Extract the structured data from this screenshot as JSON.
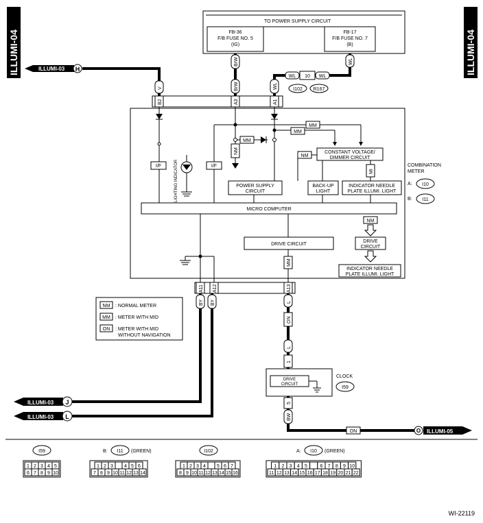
{
  "page_tabs": {
    "left": "ILLUMI-04",
    "right": "ILLUMI-04"
  },
  "power_supply": {
    "title": "TO POWER SUPPLY CIRCUIT",
    "fuse_left": [
      "FB-36",
      "F/B FUSE NO. 5",
      "(IG)"
    ],
    "fuse_right": [
      "FB-17",
      "F/B FUSE NO. 7",
      "(B)"
    ]
  },
  "wire_labels": {
    "v": "V",
    "brw_top": "BrW",
    "brw": "BrW",
    "wl": "WL",
    "wl_top": "WL",
    "wl_h1": "WL",
    "wl_h2": "WL",
    "wl_10": "10",
    "by1": "BY",
    "by2": "BY",
    "l1": "L",
    "l2": "L",
    "on_v": "ON",
    "one": "1",
    "five": "5",
    "bw": "BW",
    "on_h": "ON"
  },
  "connectors_top": {
    "i102": "I102",
    "r167": "R167"
  },
  "pins": {
    "b2": "B2",
    "a3": "A3",
    "a1": "A1",
    "a11": "A11",
    "a12": "A12",
    "a13": "A13"
  },
  "off_page": {
    "h": {
      "label": "ILLUMI-03",
      "letter": "H"
    },
    "j": {
      "label": "ILLUMI-03",
      "letter": "J"
    },
    "l": {
      "label": "ILLUMI-03",
      "letter": "L"
    },
    "o": {
      "label": "ILLUMI-05",
      "letter": "O"
    }
  },
  "meter": {
    "lighting_indicator": "LIGHTING INDICATOR",
    "if1": "I/F",
    "if2": "I/F",
    "nm1": "NM",
    "nm2": "NM",
    "mi": "MI",
    "nm3": "NM",
    "mm1": "MM",
    "mm2": "MM",
    "mm3": "MM",
    "mm4": "MM",
    "power_supply_circuit": [
      "POWER SUPPLY",
      "CIRCUIT"
    ],
    "constant_voltage": [
      "CONSTANT VOLTAGE/",
      "DIMMER CIRCUIT"
    ],
    "backup_light": [
      "BACK-UP",
      "LIGHT"
    ],
    "indicator_needle_1": [
      "INDICATOR NEEDLE",
      "PLATE ILLUMI. LIGHT"
    ],
    "micro_computer": "MICRO COMPUTER",
    "drive_circuit": "DRIVE CIRCUIT",
    "drive_circuit_small": [
      "DRIVE",
      "CIRCUIT"
    ],
    "indicator_needle_2": [
      "INDICATOR NEEDLE",
      "PLATE ILLUMI. LIGHT"
    ]
  },
  "combination_meter": {
    "title": [
      "COMBINATION",
      "METER"
    ],
    "a_label": "A:",
    "a_conn": "I10",
    "b_label": "B:",
    "b_conn": "I11"
  },
  "legend": [
    {
      "code": "NM",
      "text": ": NORMAL METER"
    },
    {
      "code": "MM",
      "text": ": METER WITH MID"
    },
    {
      "code": "ON",
      "text": ": METER WITH MID",
      "text2": "WITHOUT NAVIGATION"
    }
  ],
  "clock": {
    "title": "CLOCK",
    "conn": "I59",
    "drive": [
      "DRIVE",
      "CIRCUIT"
    ]
  },
  "connector_views": {
    "i59": {
      "id": "I59",
      "row1": [
        "1",
        "2",
        "3",
        "4",
        "5"
      ],
      "row2": [
        "6",
        "7",
        "8",
        "9",
        "10"
      ]
    },
    "i11": {
      "prefix": "B:",
      "id": "I11",
      "suffix": "(GREEN)",
      "row1": [
        "1",
        "2",
        "3",
        "",
        "4",
        "5",
        "6"
      ],
      "row2": [
        "7",
        "8",
        "9",
        "10",
        "11",
        "12",
        "13",
        "14"
      ]
    },
    "i102": {
      "id": "I102",
      "row1": [
        "1",
        "2",
        "3",
        "4",
        "",
        "5",
        "6",
        "7"
      ],
      "row2": [
        "8",
        "9",
        "10",
        "11",
        "12",
        "13",
        "14",
        "15",
        "16"
      ]
    },
    "i10": {
      "prefix": "A:",
      "id": "I10",
      "suffix": "(GREEN)",
      "row1": [
        "1",
        "2",
        "3",
        "4",
        "5",
        "",
        "6",
        "7",
        "8",
        "9",
        "10"
      ],
      "row2": [
        "11",
        "12",
        "13",
        "14",
        "15",
        "16",
        "17",
        "18",
        "19",
        "20",
        "21",
        "22"
      ]
    }
  },
  "diagram_code": "WI-22119",
  "colors": {
    "ink": "#000000",
    "paper": "#ffffff"
  }
}
